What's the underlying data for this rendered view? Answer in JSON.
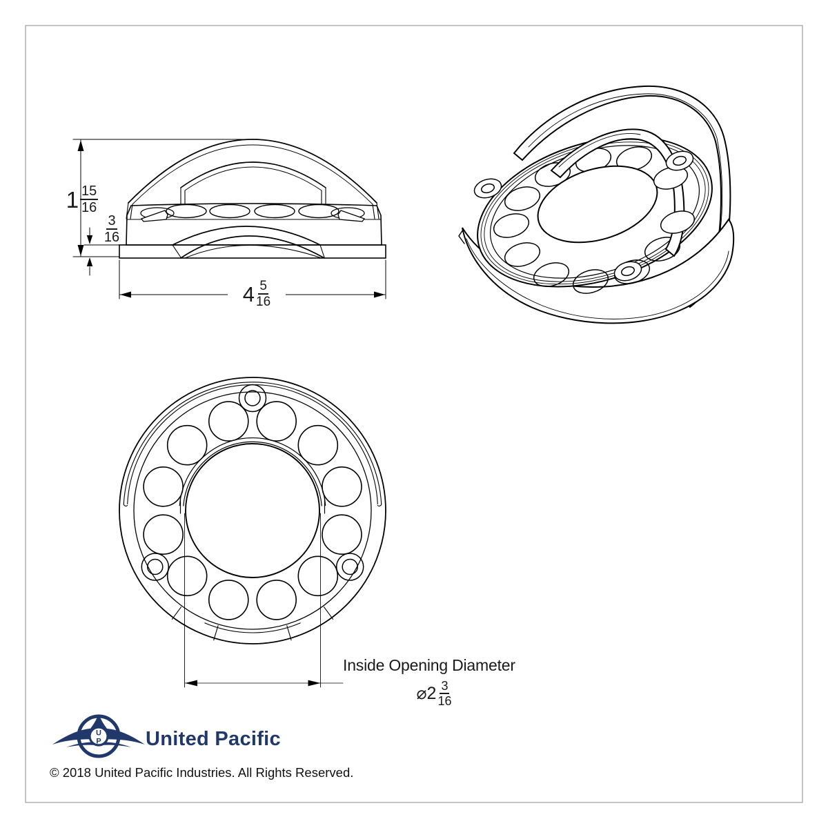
{
  "page": {
    "background": "#ffffff",
    "border_color": "#9c9c9c",
    "line_color": "#000000",
    "text_color": "#1a1a1a"
  },
  "side_view": {
    "height_dim": {
      "whole": "1",
      "numerator": "15",
      "denominator": "16"
    },
    "flange_dim": {
      "numerator": "3",
      "denominator": "16"
    },
    "width_dim": {
      "whole": "4",
      "numerator": "5",
      "denominator": "16"
    }
  },
  "front_view": {
    "opening_label": "Inside Opening Diameter",
    "opening_dim": {
      "prefix": "⌀2",
      "numerator": "3",
      "denominator": "16"
    }
  },
  "branding": {
    "name": "United Pacific",
    "monogram_top": "U",
    "monogram_bottom": "P",
    "color": "#21386b"
  },
  "footer": {
    "copyright": "© 2018 United Pacific Industries. All Rights Reserved."
  }
}
